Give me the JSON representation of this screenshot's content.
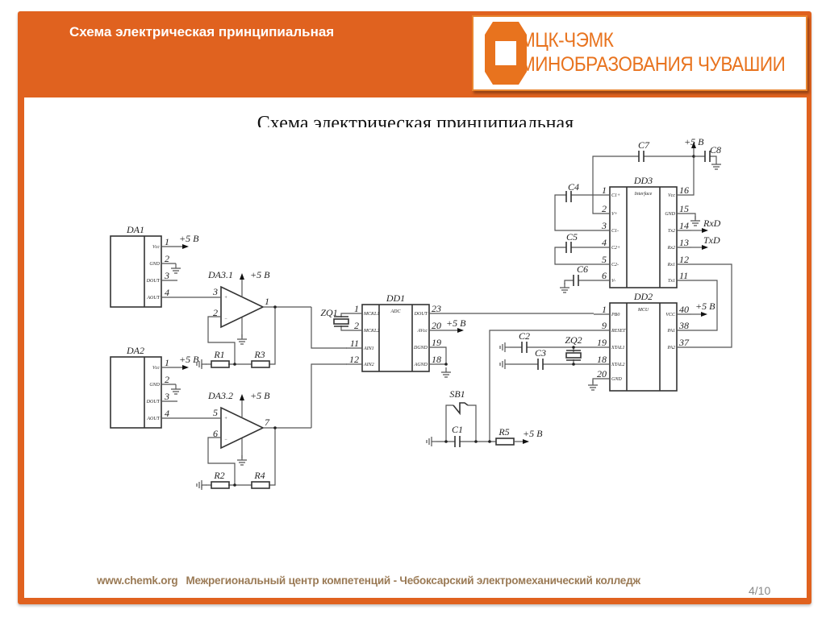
{
  "header": {
    "title": "Схема электрическая принципиальная"
  },
  "logo": {
    "line1": "МЦК-ЧЭМК",
    "line2": "МИНОБРАЗОВАНИЯ ЧУВАШИИ",
    "color": "#e8731e"
  },
  "slide": {
    "subtitle": "Схема электрическая принципиальная"
  },
  "footer": {
    "site": "www.chemk.org",
    "org": "Межрегиональный центр компетенций - Чебоксарский электромеханический колледж",
    "page": "4/10"
  },
  "colors": {
    "accent": "#e0621f"
  },
  "schematic": {
    "supply": "+5 B",
    "da1": {
      "name": "DA1",
      "pins": [
        "Vcc",
        "GND",
        "DOUT",
        "AOUT"
      ],
      "nums": [
        "1",
        "2",
        "3",
        "4"
      ]
    },
    "da2": {
      "name": "DA2",
      "pins": [
        "Vcc",
        "GND",
        "DOUT",
        "AOUT"
      ],
      "nums": [
        "1",
        "2",
        "3",
        "4"
      ]
    },
    "da31": {
      "name": "DA3.1",
      "nums": [
        "3",
        "2",
        "1"
      ],
      "plus": "+",
      "minus": "−"
    },
    "da32": {
      "name": "DA3.2",
      "nums": [
        "5",
        "6",
        "7"
      ],
      "plus": "+",
      "minus": "−"
    },
    "resistors": [
      "R1",
      "R3",
      "R2",
      "R4",
      "R5"
    ],
    "dd1": {
      "name": "DD1",
      "core": "ADC",
      "left": [
        "MCKL1",
        "MCKL2",
        "AIN1",
        "AIN2"
      ],
      "lnums": [
        "1",
        "2",
        "11",
        "12"
      ],
      "right": [
        "DOUT",
        "AVcc",
        "DGND",
        "AGND"
      ],
      "rnums": [
        "23",
        "20",
        "19",
        "18"
      ]
    },
    "dd2": {
      "name": "DD2",
      "core": "MCU",
      "left": [
        "PB0",
        "RESET",
        "XTAL1",
        "XTAL2",
        "GND"
      ],
      "lnums": [
        "1",
        "9",
        "19",
        "18",
        "20"
      ],
      "right": [
        "VCC",
        "PA1",
        "PA2"
      ],
      "rnums": [
        "40",
        "38",
        "37"
      ]
    },
    "dd3": {
      "name": "DD3",
      "core": "Interface",
      "left": [
        "C1+",
        "V+",
        "C1-",
        "C2+",
        "C2-",
        "V-"
      ],
      "lnums": [
        "1",
        "2",
        "3",
        "4",
        "5",
        "6"
      ],
      "right": [
        "Vcc",
        "GND",
        "Tx2",
        "Rx2",
        "Rx1",
        "Tx1"
      ],
      "rnums": [
        "16",
        "15",
        "14",
        "13",
        "12",
        "11"
      ]
    },
    "caps": [
      "C1",
      "C2",
      "C3",
      "C4",
      "C5",
      "C6",
      "C7",
      "C8"
    ],
    "crystals": [
      "ZQ1",
      "ZQ2"
    ],
    "button": "SB1",
    "signals": [
      "RxD",
      "TxD"
    ]
  }
}
